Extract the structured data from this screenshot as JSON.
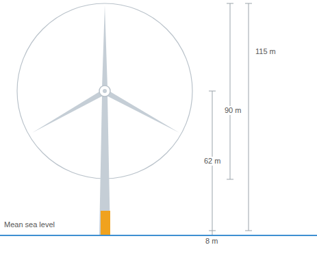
{
  "diagram": {
    "labels": [
      "115 m",
      "90 m",
      "62 m",
      "8 m",
      "Mean sea level"
    ]
  }
}
